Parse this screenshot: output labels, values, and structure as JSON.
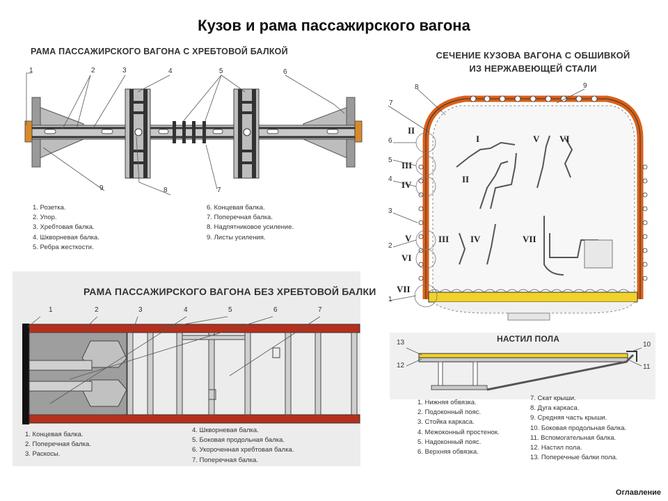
{
  "title": "Кузов и рама пассажирского вагона",
  "frame_with_beam": {
    "heading": "РАМА ПАССАЖИРСКОГО ВАГОНА С ХРЕБТОВОЙ БАЛКОЙ",
    "callouts": [
      "1",
      "2",
      "3",
      "4",
      "5",
      "6",
      "9",
      "8",
      "7"
    ],
    "legend_left": [
      "1. Розетка.",
      "2. Упор.",
      "3. Хребтовая балка.",
      "4. Шкворневая балка.",
      "5. Ребра жесткости."
    ],
    "legend_right": [
      "6. Концевая балка.",
      "7. Поперечная балка.",
      "8. Надпятниковое усиление.",
      "9. Листы усиления."
    ]
  },
  "frame_without_beam": {
    "heading": "РАМА ПАССАЖИРСКОГО ВАГОНА БЕЗ ХРЕБТОВОЙ БАЛКИ",
    "callouts": [
      "1",
      "2",
      "3",
      "4",
      "5",
      "6",
      "7"
    ],
    "legend_left": [
      "1. Концевая балка.",
      "2. Поперечная балка.",
      "3. Раскосы."
    ],
    "legend_right": [
      "4. Шкворневая балка.",
      "5. Боковая продольная балка.",
      "6. Укороченная хребтовая балка.",
      "7. Поперечная балка."
    ]
  },
  "section": {
    "heading_line1": "СЕЧЕНИЕ КУЗОВА ВАГОНА С ОБШИВКОЙ",
    "heading_line2": "ИЗ НЕРЖАВЕЮЩЕЙ СТАЛИ",
    "callouts": [
      "8",
      "9",
      "7",
      "6",
      "5",
      "4",
      "3",
      "2",
      "1"
    ],
    "roman_outer": [
      "II",
      "III",
      "IV",
      "V",
      "VI",
      "VII"
    ],
    "roman_inner": [
      "I",
      "II",
      "V",
      "VI",
      "III",
      "IV",
      "VII"
    ]
  },
  "floor": {
    "heading": "НАСТИЛ ПОЛА",
    "callouts": [
      "13",
      "12",
      "10",
      "11"
    ],
    "legend_left": [
      "1. Нижняя обвязка.",
      "2. Подоконный пояс.",
      "3. Стойка каркаса.",
      "4. Межоконный простенок.",
      "5. Надоконный пояс.",
      "6. Верхняя обвязка."
    ],
    "legend_right": [
      "7. Скат крыши.",
      "8. Дуга каркаса.",
      "9. Средняя часть крыши.",
      "10. Боковая продольная балка.",
      "11. Вспомогательная балка.",
      "12. Настил пола.",
      "13. Поперечные балки пола."
    ]
  },
  "footer": "Оглавление",
  "colors": {
    "red_beam": "#b5301c",
    "orange_shell": "#d9601a",
    "yellow_floor": "#f0d22a",
    "grey_steel": "#a9a9a9"
  }
}
